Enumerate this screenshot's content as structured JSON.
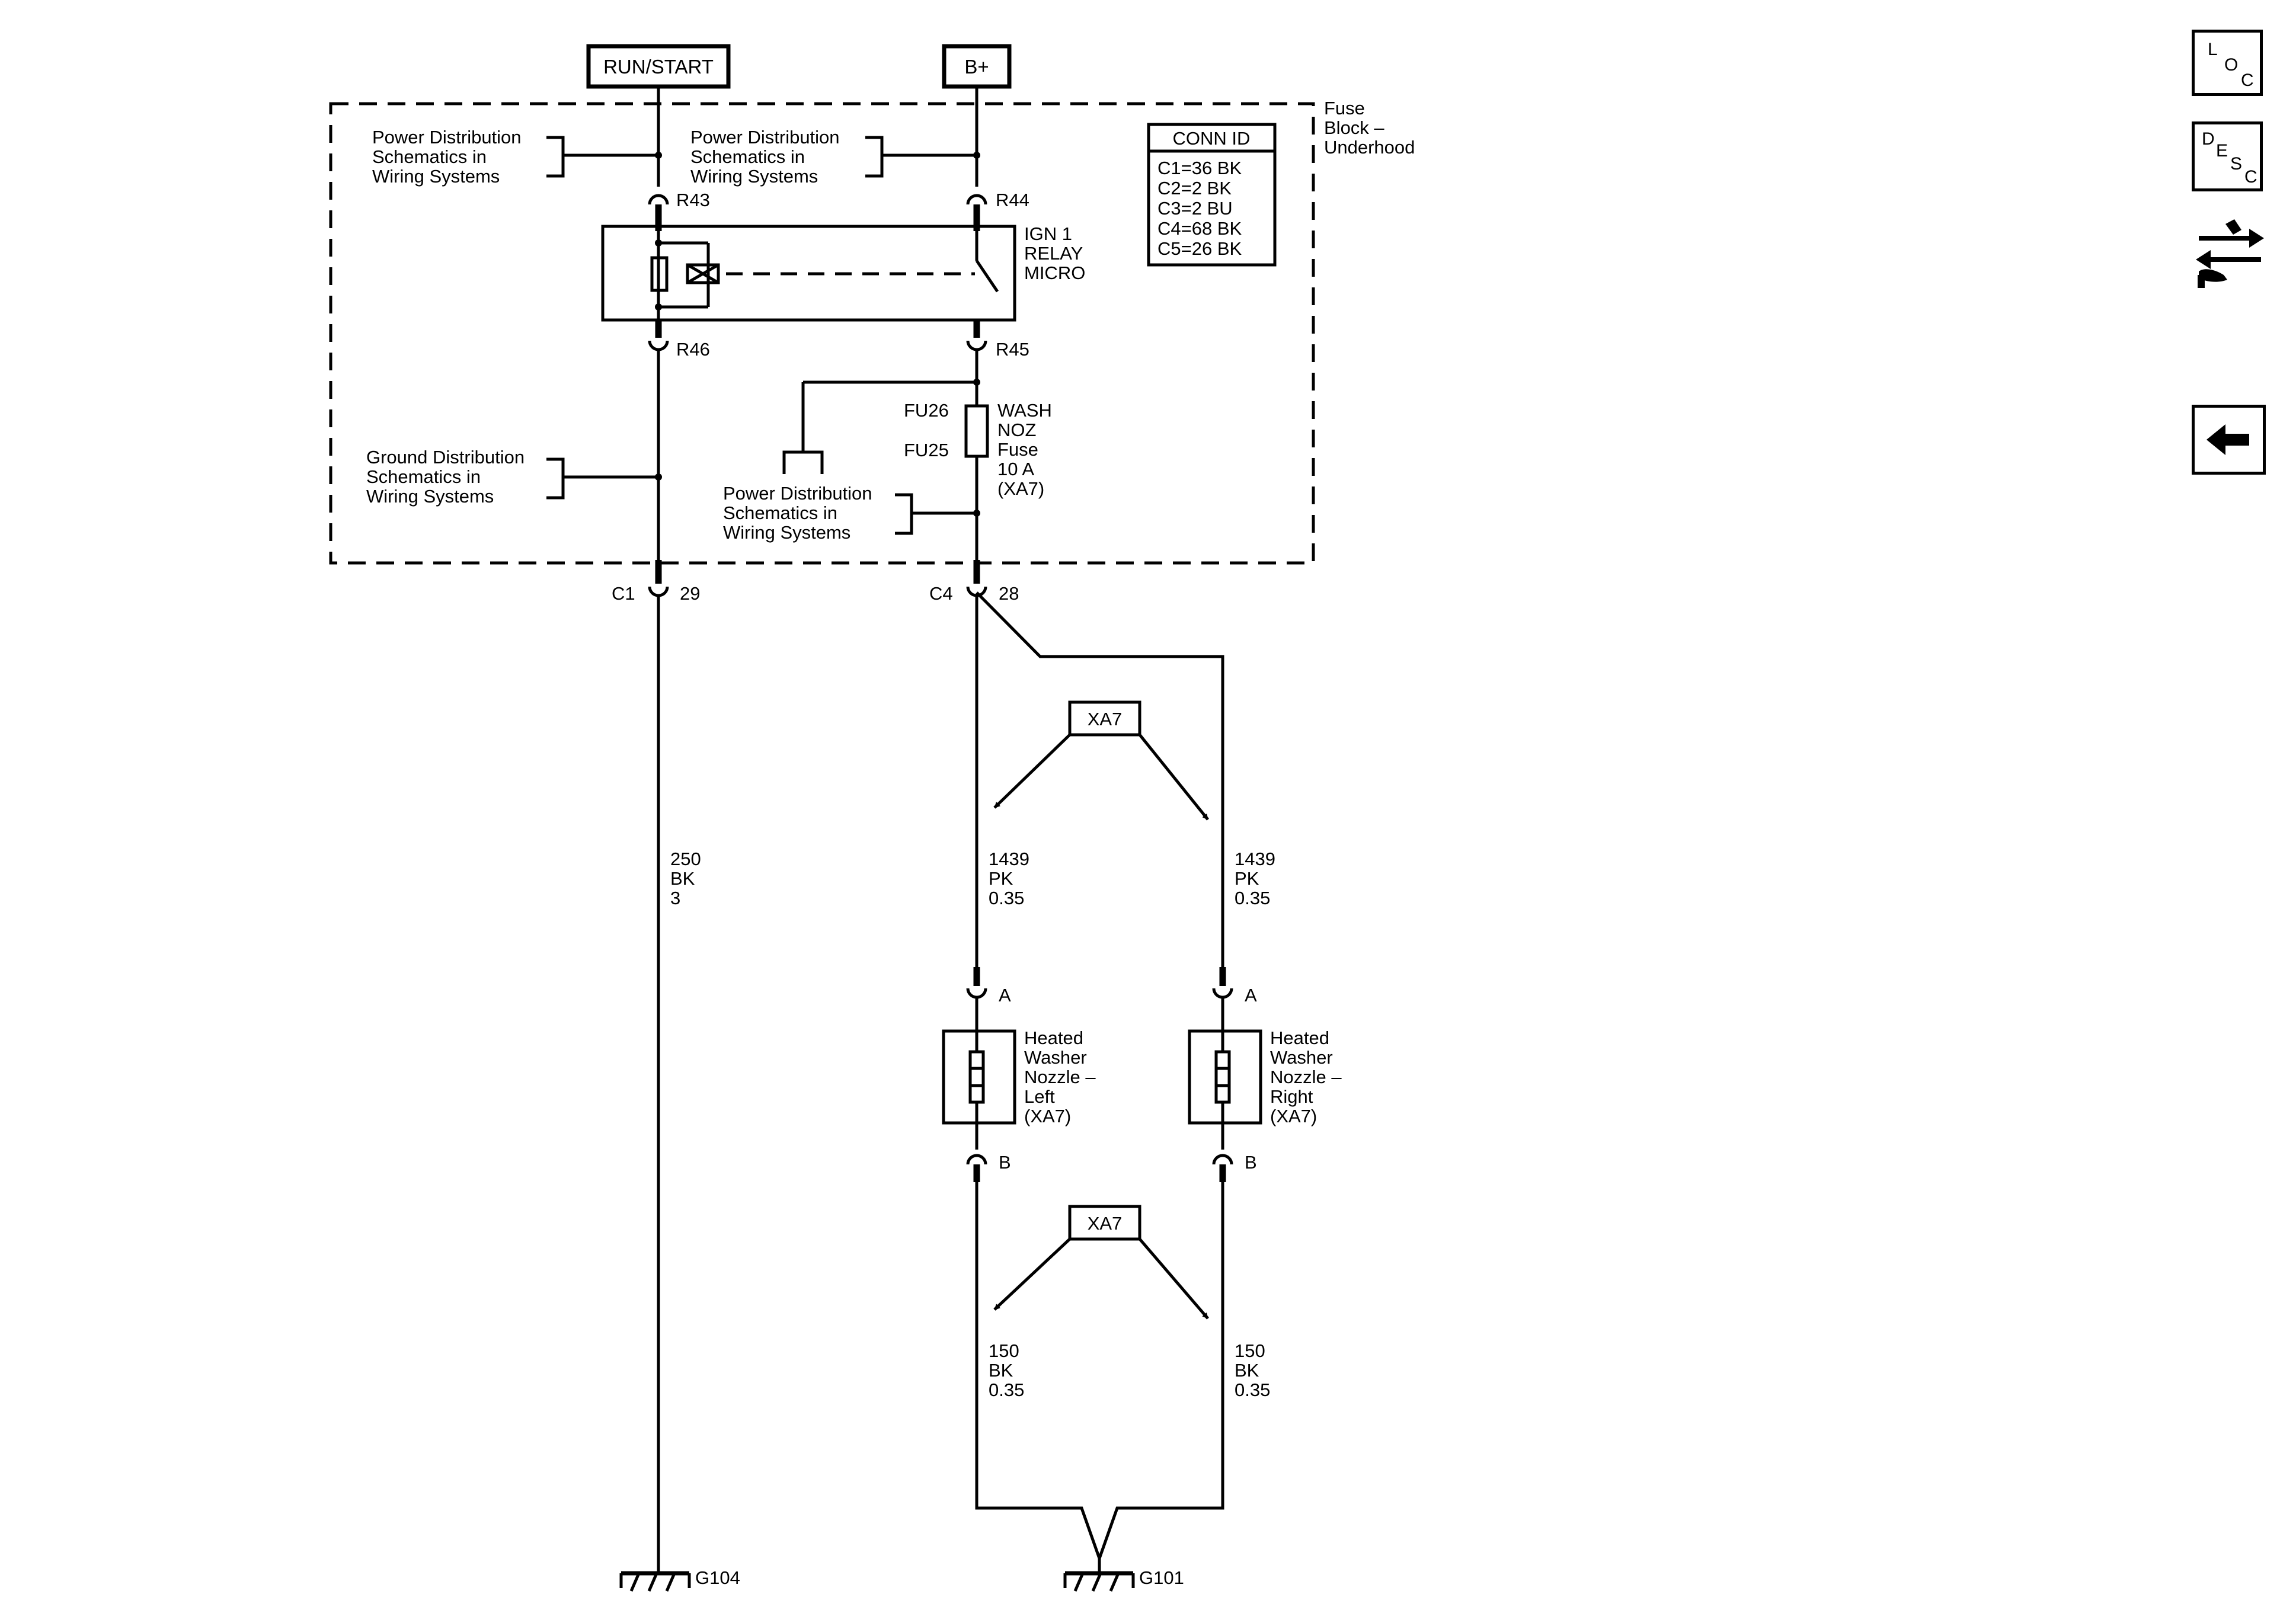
{
  "power_sources": {
    "run_start": "RUN/START",
    "b_plus": "B+"
  },
  "fuse_block": {
    "title_lines": [
      "Fuse",
      "Block –",
      "Underhood"
    ],
    "conn_id": {
      "title": "CONN ID",
      "rows": [
        "C1=36 BK",
        "C2=2 BK",
        "C3=2 BU",
        "C4=68 BK",
        "C5=26 BK"
      ]
    }
  },
  "references": {
    "power_left": [
      "Power Distribution",
      "Schematics in",
      "Wiring Systems"
    ],
    "power_right": [
      "Power Distribution",
      "Schematics in",
      "Wiring Systems"
    ],
    "ground": [
      "Ground Distribution",
      "Schematics in",
      "Wiring Systems"
    ],
    "power_fuse": [
      "Power Distribution",
      "Schematics in",
      "Wiring Systems"
    ]
  },
  "relay": {
    "label_lines": [
      "IGN 1",
      "RELAY",
      "MICRO"
    ],
    "pins": {
      "r43": "R43",
      "r44": "R44",
      "r46": "R46",
      "r45": "R45"
    }
  },
  "fuse": {
    "label_lines": [
      "WASH",
      "NOZ",
      "Fuse",
      "10 A",
      "(XA7)"
    ],
    "fu26": "FU26",
    "fu25": "FU25"
  },
  "connectors": {
    "c1": "C1",
    "c1_pin": "29",
    "c4": "C4",
    "c4_pin": "28",
    "pin_a_left": "A",
    "pin_b_left": "B",
    "pin_a_right": "A",
    "pin_b_right": "B"
  },
  "wires": {
    "ground_feed": [
      "250",
      "BK",
      "3"
    ],
    "left_supply": [
      "1439",
      "PK",
      "0.35"
    ],
    "right_supply": [
      "1439",
      "PK",
      "0.35"
    ],
    "left_ground": [
      "150",
      "BK",
      "0.35"
    ],
    "right_ground": [
      "150",
      "BK",
      "0.35"
    ]
  },
  "options": {
    "upper": "XA7",
    "lower": "XA7"
  },
  "components": {
    "left_nozzle": [
      "Heated",
      "Washer",
      "Nozzle –",
      "Left",
      "(XA7)"
    ],
    "right_nozzle": [
      "Heated",
      "Washer",
      "Nozzle –",
      "Right",
      "(XA7)"
    ]
  },
  "grounds": {
    "g104": "G104",
    "g101": "G101"
  },
  "sidebar": {
    "loc": {
      "l": "L",
      "o": "O",
      "c": "C"
    },
    "desc": {
      "d": "D",
      "e": "E",
      "s": "S",
      "c": "C"
    }
  }
}
